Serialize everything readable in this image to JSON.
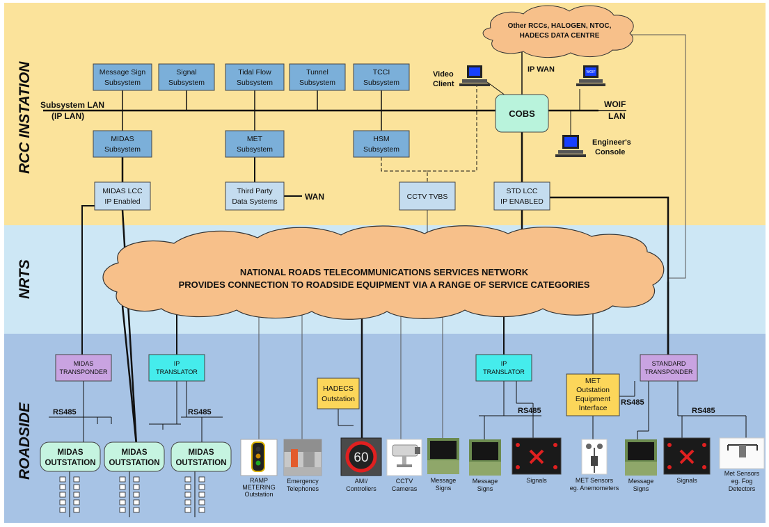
{
  "zones": {
    "rcc": "RCC INSTATION",
    "nrts": "NRTS",
    "roadside": "ROADSIDE"
  },
  "lan": {
    "subsystem_lan_1": "Subsystem LAN",
    "subsystem_lan_2": "(IP LAN)",
    "woif_1": "WOIF",
    "woif_2": "LAN",
    "ip_wan": "IP WAN",
    "wan": "WAN"
  },
  "top_cloud": {
    "line1": "Other RCCs, HALOGEN, NTOC,",
    "line2": "HADECS DATA CENTRE"
  },
  "subsystems": [
    [
      "Message Sign",
      "Subsystem"
    ],
    [
      "Signal",
      "Subsystem"
    ],
    [
      "Tidal Flow",
      "Subsystem"
    ],
    [
      "Tunnel",
      "Subsystem"
    ],
    [
      "TCCI",
      "Subsystem"
    ]
  ],
  "mid_boxes": {
    "midas": [
      "MIDAS",
      "Subsystem"
    ],
    "met": [
      "MET",
      "Subsystem"
    ],
    "hsm": [
      "HSM",
      "Subsystem"
    ],
    "midas_lcc": [
      "MIDAS LCC",
      "IP Enabled"
    ],
    "third_party": [
      "Third Party",
      "Data Systems"
    ],
    "cctv_tvbs": "CCTV TVBS",
    "std_lcc": [
      "STD LCC",
      "IP ENABLED"
    ],
    "cobs": "COBS"
  },
  "pcs": {
    "video_client": [
      "Video",
      "Client"
    ],
    "engineers_console": [
      "Engineer's",
      "Console"
    ],
    "woif_screen": "WOIF"
  },
  "nrts_cloud": {
    "line1": "NATIONAL ROADS TELECOMMUNICATIONS SERVICES NETWORK",
    "line2": "PROVIDES CONNECTION TO ROADSIDE EQUIPMENT VIA A RANGE OF SERVICE CATEGORIES"
  },
  "roadside_boxes": {
    "midas_transponder": [
      "MIDAS",
      "TRANSPONDER"
    ],
    "ip_translator_1": [
      "IP",
      "TRANSLATOR"
    ],
    "hadecs": [
      "HADECS",
      "Outstation"
    ],
    "ip_translator_2": [
      "IP",
      "TRANSLATOR"
    ],
    "met_interface": [
      "MET",
      "Outstation",
      "Equipment",
      "Interface"
    ],
    "standard_transponder": [
      "STANDARD",
      "TRANSPONDER"
    ],
    "rs485": "RS485"
  },
  "outstations": [
    [
      "MIDAS",
      "OUTSTATION"
    ],
    [
      "MIDAS",
      "OUTSTATION"
    ],
    [
      "MIDAS",
      "OUTSTATION"
    ]
  ],
  "equipment": [
    [
      "RAMP",
      "METERING",
      "Outstation"
    ],
    [
      "Emergency",
      "Telephones"
    ],
    [
      "AMI/",
      "Controllers"
    ],
    [
      "CCTV",
      "Cameras"
    ],
    [
      "Message",
      "Signs"
    ],
    [
      "Message",
      "Signs"
    ],
    [
      "Signals"
    ],
    [
      "MET Sensors",
      "eg. Anemometers"
    ],
    [
      "Message",
      "Signs"
    ],
    [
      "Signals"
    ],
    [
      "Met Sensors",
      "eg. Fog",
      "Detectors"
    ]
  ],
  "ami_sign_value": "60",
  "colors": {
    "rcc_bg": "#fbe39b",
    "nrts_bg": "#cde7f5",
    "roadside_bg": "#a7c3e5",
    "subsystem_box": "#7bafd9",
    "lcc_box": "#c4dcef",
    "cobs_box": "#b9f3dc",
    "cloud": "#f7c08a",
    "purple_box": "#c9a3e1",
    "cyan_box": "#45ecec",
    "yellow_box": "#fcd65a",
    "outstation_box": "#c5f4e0"
  }
}
